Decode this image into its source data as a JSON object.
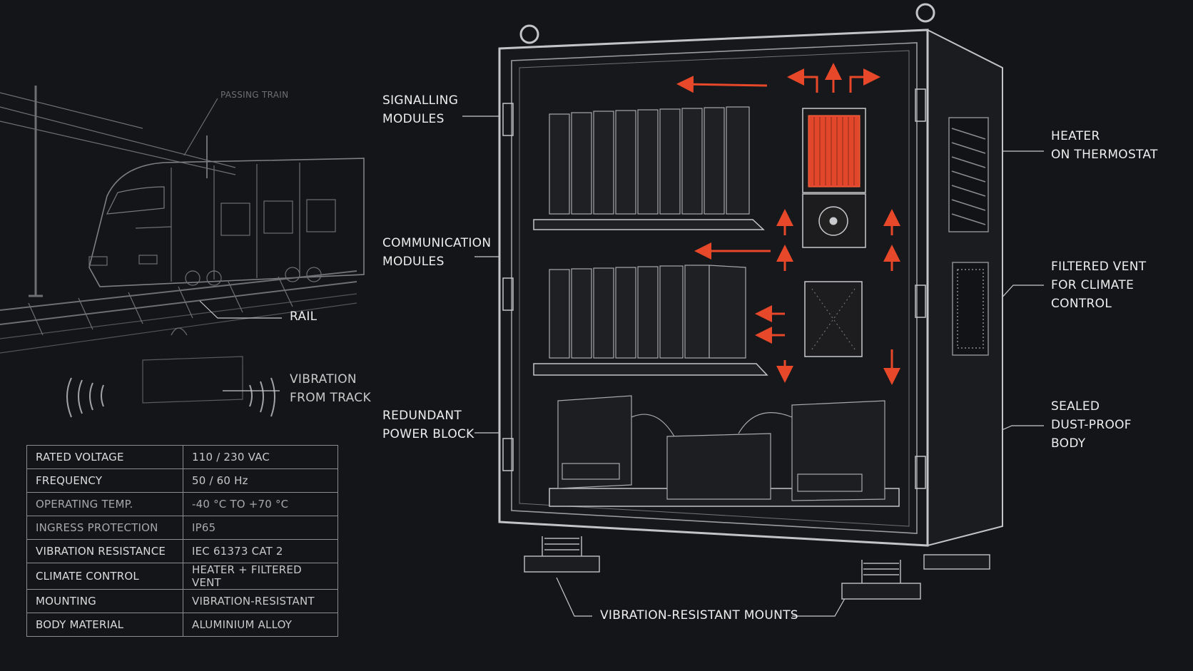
{
  "labels": {
    "passing_train": "PASSING TRAIN",
    "rail": "RAIL",
    "vibration": "VIBRATION\nFROM TRACK",
    "signalling": "SIGNALLING\nMODULES",
    "communication": "COMMUNICATION\nMODULES",
    "redundant": "REDUNDANT\nPOWER BLOCK",
    "heater": "HEATER\nON THERMOSTAT",
    "filtered_vent": "FILTERED VENT\nFOR CLIMATE\nCONTROL",
    "sealed": "SEALED\nDUST-PROOF\nBODY",
    "mounts": "VIBRATION-RESISTANT MOUNTS"
  },
  "specs": [
    {
      "key": "RATED VOLTAGE",
      "value": "110 / 230 VAC"
    },
    {
      "key": "FREQUENCY",
      "value": "50 / 60 Hz"
    },
    {
      "key": "OPERATING TEMP.",
      "value": "-40 °C TO +70 °C"
    },
    {
      "key": "INGRESS PROTECTION",
      "value": "IP65"
    },
    {
      "key": "VIBRATION RESISTANCE",
      "value": "IEC 61373 CAT 2"
    },
    {
      "key": "CLIMATE CONTROL",
      "value": "HEATER + FILTERED VENT"
    },
    {
      "key": "MOUNTING",
      "value": "VIBRATION-RESISTANT"
    },
    {
      "key": "BODY MATERIAL",
      "value": "ALUMINIUM ALLOY"
    }
  ],
  "colors": {
    "background": "#141518",
    "line": "#cfcfcf",
    "heat_accent": "#e8482a"
  }
}
